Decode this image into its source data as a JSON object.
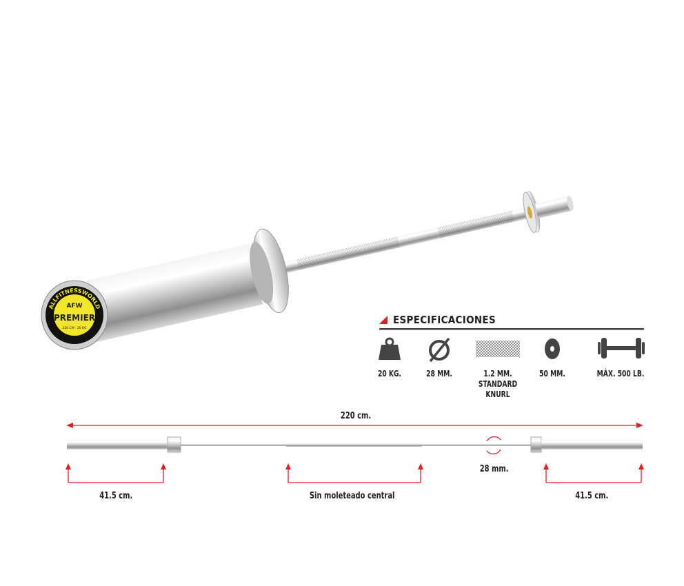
{
  "product": {
    "end_cap": {
      "brand": "AFW",
      "model": "PREMIER",
      "spec": "220 CM · 20 KG",
      "ring_text": "ALLFITNESSWORLD"
    },
    "accent_color": "#e02020",
    "cap_color": "#f2e62a"
  },
  "specs": {
    "title": "ESPECIFICACIONES",
    "items": [
      {
        "icon": "weight-icon",
        "label": "20 KG."
      },
      {
        "icon": "diameter-icon",
        "label": "28 MM."
      },
      {
        "icon": "knurl-pattern-icon",
        "label_lines": [
          "1.2 MM.",
          "STANDARD",
          "KNURL"
        ]
      },
      {
        "icon": "plate-icon",
        "label": "50 MM."
      },
      {
        "icon": "barbell-icon",
        "label": "MÁX. 500 LB."
      }
    ]
  },
  "diagram": {
    "total_length": "220 cm.",
    "left_sleeve": "41.5 cm.",
    "center": "Sin moleteado central",
    "diameter": "28 mm.",
    "right_sleeve": "41.5 cm."
  }
}
